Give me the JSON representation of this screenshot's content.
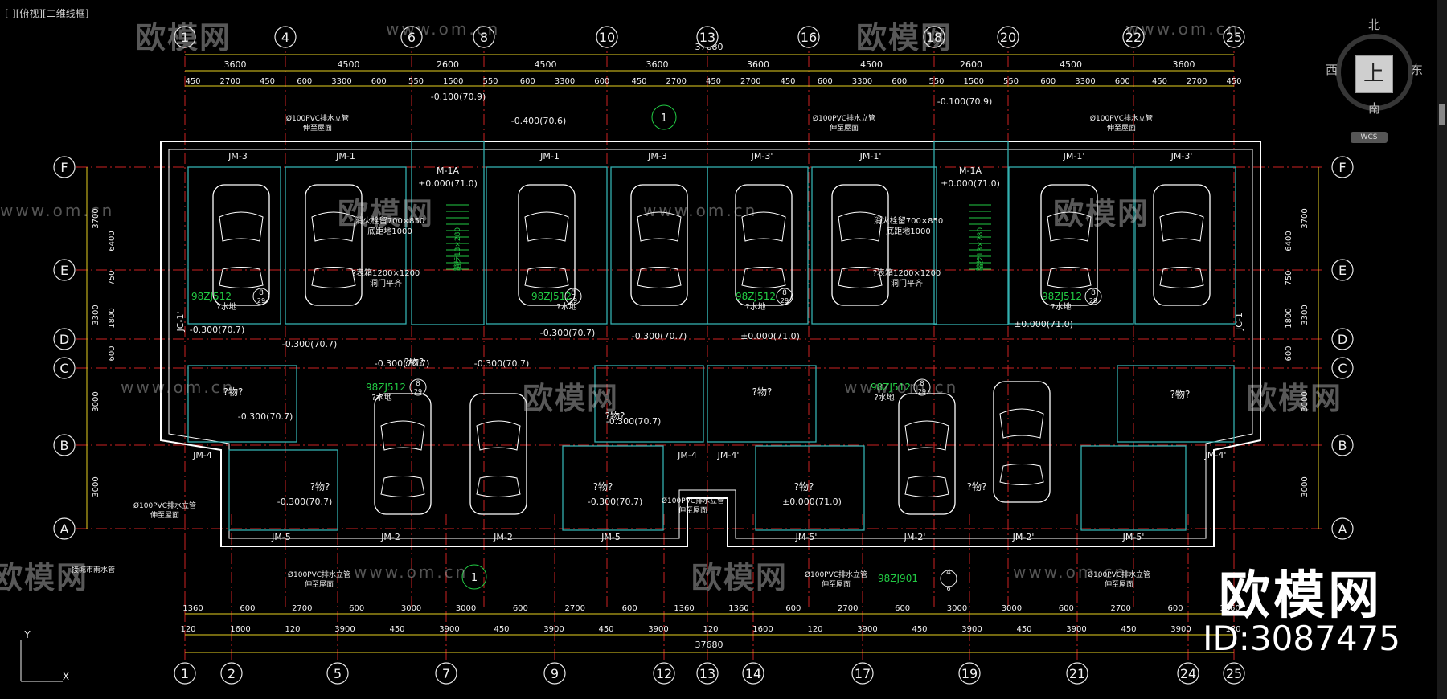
{
  "viewport_label": "[-][俯视][二维线框]",
  "colors": {
    "background": "#000000",
    "grid": "#e8e8e8",
    "dim": "#e6d020",
    "axis": "#cc2222",
    "wall": "#ffffff",
    "room": "#33b0b0",
    "green": "#22cc44",
    "text": "#f0f0f0",
    "elev": "#ff4040"
  },
  "axis_labels_top": [
    "1",
    "4",
    "6",
    "8",
    "10",
    "13",
    "16",
    "18",
    "20",
    "22",
    "25"
  ],
  "axis_labels_bottom": [
    "1",
    "2",
    "5",
    "7",
    "9",
    "12",
    "13",
    "14",
    "17",
    "19",
    "21",
    "24",
    "25"
  ],
  "axis_labels_left": [
    "F",
    "E",
    "D",
    "C",
    "B",
    "A"
  ],
  "axis_labels_right": [
    "F",
    "E",
    "D",
    "C",
    "B",
    "A"
  ],
  "dim_top_total": "37680",
  "dim_top_row1": [
    "3600",
    "4500",
    "2600",
    "4500",
    "3600",
    "3600",
    "4500",
    "2600",
    "4500",
    "3600"
  ],
  "dim_top_row2": [
    "450",
    "2700",
    "450",
    "600",
    "3300",
    "600",
    "550",
    "1500",
    "550",
    "600",
    "3300",
    "600",
    "450",
    "2700",
    "450",
    "2700",
    "450",
    "600",
    "3300",
    "600",
    "550",
    "1500",
    "550",
    "600",
    "3300",
    "600",
    "450",
    "2700",
    "450"
  ],
  "dim_bottom_total": "37680",
  "dim_bottom_row1": [
    "1360",
    "600",
    "2700",
    "600",
    "3000",
    "3000",
    "600",
    "2700",
    "600",
    "1360",
    "1360",
    "600",
    "2700",
    "600",
    "3000",
    "3000",
    "600",
    "2700",
    "600",
    "1360"
  ],
  "dim_bottom_row2": [
    "120",
    "1600",
    "120",
    "3900",
    "450",
    "3900",
    "450",
    "3900",
    "450",
    "3900",
    "120",
    "1600",
    "120",
    "3900",
    "450",
    "3900",
    "450",
    "3900",
    "450",
    "3900",
    "120"
  ],
  "dim_left": [
    "3700",
    "3300",
    "3000",
    "3000",
    "750",
    "1800",
    "600",
    "6400"
  ],
  "dim_right": [
    "3700",
    "3300",
    "3000",
    "3000",
    "750",
    "1800",
    "600",
    "6400"
  ],
  "labels": {
    "jm3": "JM-3",
    "jm1": "JM-1",
    "jm3p": "JM-3'",
    "jm1p": "JM-1'",
    "jm4": "JM-4",
    "jm4p": "JM-4'",
    "jm5": "JM-5",
    "jm2": "JM-2",
    "jm5p": "JM-5'",
    "jm2p": "JM-2'",
    "m1a": "M-1A",
    "elev_000": "±0.000(71.0)",
    "elev_m300": "-0.300(70.7)",
    "elev_m300b": "-0.300(70.7)",
    "elev_m100": "-0.100(70.9)",
    "elev_m400": "-0.400(70.6)",
    "elev_m100b": "-0.100(70.9)",
    "pvc": "Ø100PVC排水立管",
    "pvc_sub": "伸至屋面",
    "room_q": "?物?",
    "std1": "98ZJ512",
    "std2": "98ZJ901",
    "pit": "?水地",
    "jc1": "JC-1'",
    "jc2": "JC-1",
    "hydrant": "消火栓留700×850",
    "hydrant_sub": "底距地1000",
    "vent": "?表箱1200×1200",
    "vent_sub": "洞门平齐",
    "circle1": "1",
    "sheet1": "8",
    "sheet2": "29",
    "sheet3": "4",
    "sheet4": "6",
    "pipe_note": "接城市雨水管",
    "stairs": "踏步13×280"
  },
  "brand": "欧模网",
  "brand_id": "ID:3087475",
  "watermark": "欧模网",
  "watermark_url": "www.om.cn",
  "viewcube": {
    "north": "北",
    "south": "南",
    "west": "西",
    "east": "东",
    "face": "上",
    "wcs": "WCS"
  },
  "ucs": {
    "y": "Y",
    "x": "X"
  }
}
